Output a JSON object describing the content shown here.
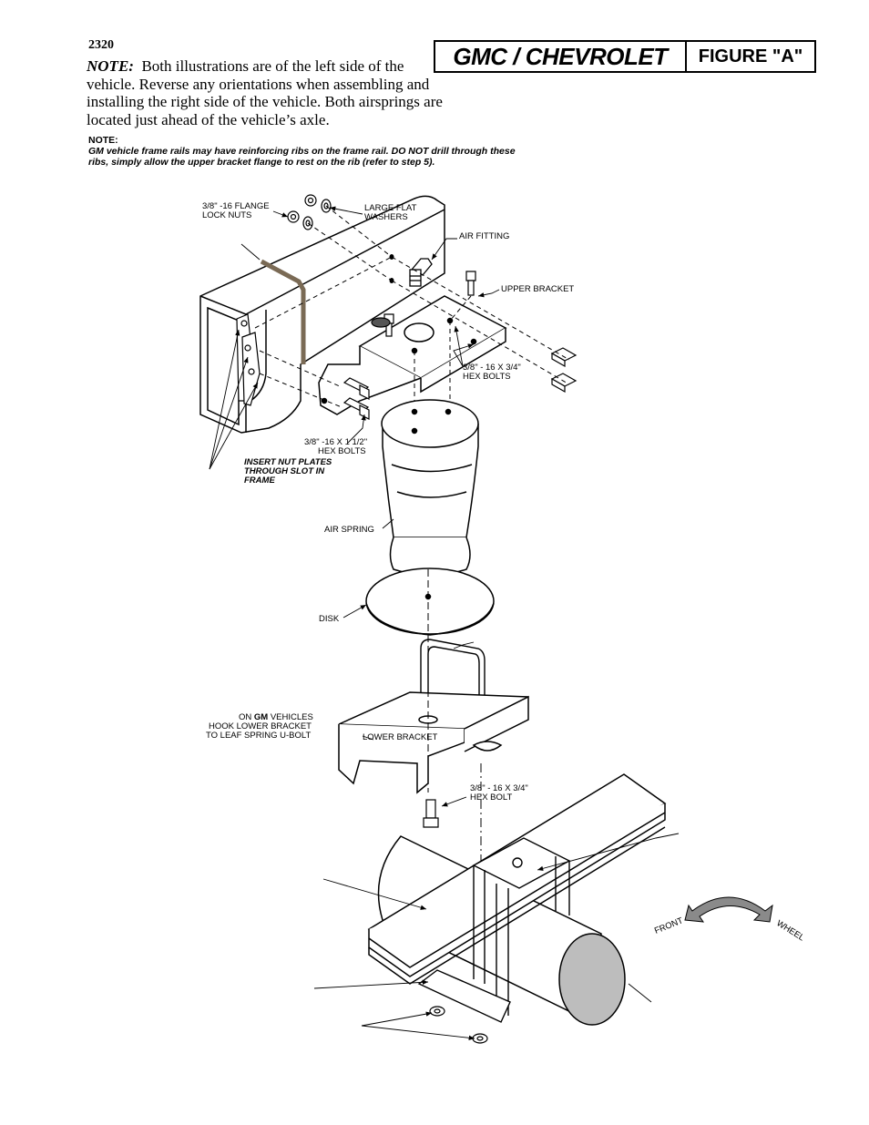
{
  "page_number": "2320",
  "title": {
    "brand": "GMC / CHEVROLET",
    "figure": "FIGURE \"A\""
  },
  "note_main": {
    "lead": "NOTE:",
    "text": "Both illustrations are of the left side of the vehicle. Reverse any orientations when assembling and installing the right side of the vehicle. Both airsprings are located just ahead of the vehicle’s axle."
  },
  "note_gm": {
    "heading": "NOTE:",
    "text": "GM vehicle frame rails may have reinforcing ribs on the frame rail. DO NOT drill through these ribs, simply allow the upper bracket flange to rest on the rib (refer to step 5)."
  },
  "labels": {
    "lock_nuts_1": "3/8\" -16 FLANGE",
    "lock_nuts_2": "LOCK NUTS",
    "washers_1": "LARGE FLAT",
    "washers_2": "WASHERS",
    "air_fitting": "AIR FITTING",
    "upper_bracket": "UPPER BRACKET",
    "hex_34_1": "3/8\" - 16 X 3/4\"",
    "hex_34_2": "HEX BOLTS",
    "hex_112_1": "3/8\" -16 X 1 1/2\"",
    "hex_112_2": "HEX BOLTS",
    "insert_1": "INSERT NUT PLATES",
    "insert_2": "THROUGH SLOT IN",
    "insert_3": "FRAME",
    "air_spring": "AIR SPRING",
    "disk": "DISK",
    "gm_hook_1a": "ON ",
    "gm_hook_1b": "GM",
    "gm_hook_1c": " VEHICLES",
    "gm_hook_2": "HOOK LOWER BRACKET",
    "gm_hook_3": "TO LEAF SPRING U-BOLT",
    "lower_bracket": "LOWER BRACKET",
    "hex_bolt_1": "3/8\" - 16 X 3/4\"",
    "hex_bolt_2": "HEX BOLT",
    "front": "FRONT",
    "wheel": "WHEEL"
  }
}
